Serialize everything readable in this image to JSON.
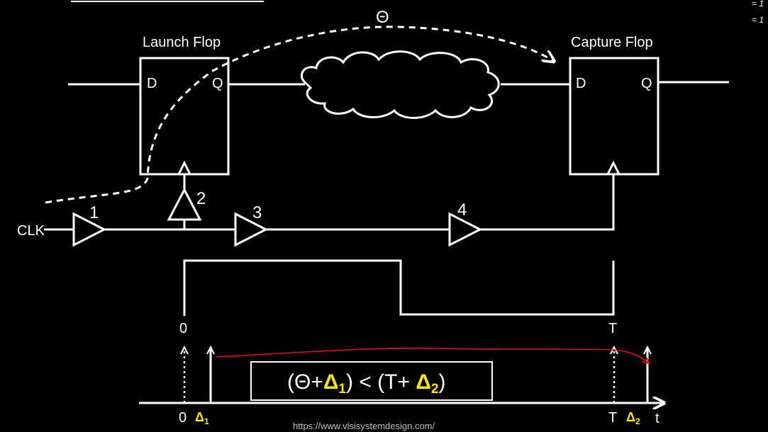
{
  "top_right_marks": [
    "= 1",
    "= 1"
  ],
  "theta": "Θ",
  "launch_flop": {
    "title": "Launch Flop",
    "d": "D",
    "q": "Q"
  },
  "capture_flop": {
    "title": "Capture Flop",
    "d": "D",
    "q": "Q"
  },
  "clock": {
    "label": "CLK",
    "buffers": [
      "1",
      "2",
      "3",
      "4"
    ]
  },
  "timing_waveform": {
    "start_label": "0",
    "end_label": "T"
  },
  "axis": {
    "zero": "0",
    "delta1": "Δ",
    "delta1_sub": "1",
    "T": "T",
    "delta2": "Δ",
    "delta2_sub": "2",
    "t": "t"
  },
  "equation": {
    "open": "(Θ+",
    "delta1": "Δ",
    "sub1": "1",
    "middle": ") < (T+ ",
    "delta2": "Δ",
    "sub2": "2",
    "close": ")"
  },
  "source_url": "https://www.vlsisystemdesign.com/",
  "colors": {
    "background": "#000000",
    "highlight": "#ffe600",
    "annotation": "#e01010"
  }
}
